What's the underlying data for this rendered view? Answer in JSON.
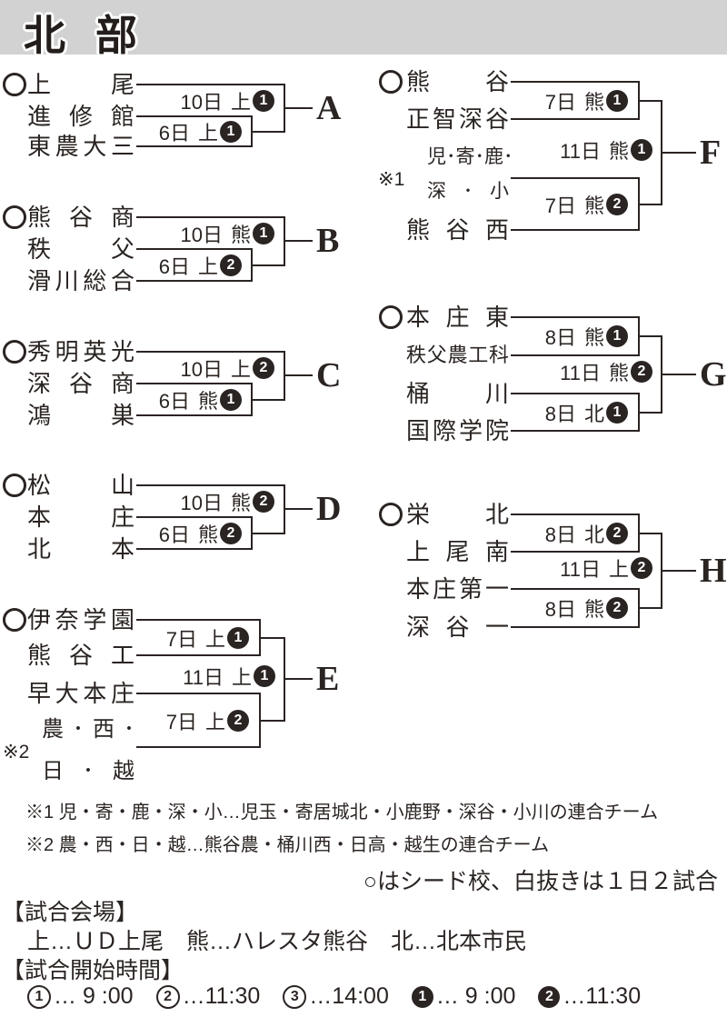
{
  "header": {
    "title": "北部"
  },
  "brackets": [
    {
      "letter": "A",
      "teams": [
        {
          "name": "上尾",
          "seeded": true
        },
        {
          "name": "進修館"
        },
        {
          "name": "東農大三"
        }
      ],
      "matches": {
        "first": {
          "date": "6日",
          "venue": "上",
          "game": "1"
        },
        "second": {
          "date": "10日",
          "venue": "上",
          "game": "1"
        }
      }
    },
    {
      "letter": "B",
      "teams": [
        {
          "name": "熊谷商",
          "seeded": true
        },
        {
          "name": "秩父"
        },
        {
          "name": "滑川総合"
        }
      ],
      "matches": {
        "first": {
          "date": "6日",
          "venue": "上",
          "game": "2"
        },
        "second": {
          "date": "10日",
          "venue": "熊",
          "game": "1"
        }
      }
    },
    {
      "letter": "C",
      "teams": [
        {
          "name": "秀明英光",
          "seeded": true
        },
        {
          "name": "深谷商"
        },
        {
          "name": "鴻巣"
        }
      ],
      "matches": {
        "first": {
          "date": "6日",
          "venue": "熊",
          "game": "1"
        },
        "second": {
          "date": "10日",
          "venue": "上",
          "game": "2"
        }
      }
    },
    {
      "letter": "D",
      "teams": [
        {
          "name": "松山",
          "seeded": true
        },
        {
          "name": "本庄"
        },
        {
          "name": "北本"
        }
      ],
      "matches": {
        "first": {
          "date": "6日",
          "venue": "熊",
          "game": "2"
        },
        "second": {
          "date": "10日",
          "venue": "熊",
          "game": "2"
        }
      }
    },
    {
      "letter": "E",
      "teams": [
        {
          "name": "伊奈学園",
          "seeded": true
        },
        {
          "name": "熊谷工"
        },
        {
          "name": "早大本庄"
        },
        {
          "name": "農・西・日・越",
          "lines": [
            "農・西・",
            "日・越"
          ],
          "footnote": "※2"
        }
      ],
      "matches": {
        "top": {
          "date": "7日",
          "venue": "上",
          "game": "1"
        },
        "bottom": {
          "date": "7日",
          "venue": "上",
          "game": "2"
        },
        "final": {
          "date": "11日",
          "venue": "上",
          "game": "1"
        }
      }
    },
    {
      "letter": "F",
      "teams": [
        {
          "name": "熊谷",
          "seeded": true
        },
        {
          "name": "正智深谷"
        },
        {
          "name": "児・寄・鹿・深・小",
          "lines": [
            "児・寄・鹿・",
            "深・小"
          ],
          "footnote": "※1"
        },
        {
          "name": "熊谷西"
        }
      ],
      "matches": {
        "top": {
          "date": "7日",
          "venue": "熊",
          "game": "1"
        },
        "bottom": {
          "date": "7日",
          "venue": "熊",
          "game": "2"
        },
        "final": {
          "date": "11日",
          "venue": "熊",
          "game": "1"
        }
      }
    },
    {
      "letter": "G",
      "teams": [
        {
          "name": "本庄東",
          "seeded": true
        },
        {
          "name": "秩父農工科"
        },
        {
          "name": "桶川"
        },
        {
          "name": "国際学院"
        }
      ],
      "matches": {
        "top": {
          "date": "8日",
          "venue": "熊",
          "game": "1"
        },
        "bottom": {
          "date": "8日",
          "venue": "北",
          "game": "1"
        },
        "final": {
          "date": "11日",
          "venue": "熊",
          "game": "2"
        }
      }
    },
    {
      "letter": "H",
      "teams": [
        {
          "name": "栄北",
          "seeded": true
        },
        {
          "name": "上尾南"
        },
        {
          "name": "本庄第一"
        },
        {
          "name": "深谷一"
        }
      ],
      "matches": {
        "top": {
          "date": "8日",
          "venue": "北",
          "game": "2"
        },
        "bottom": {
          "date": "8日",
          "venue": "熊",
          "game": "2"
        },
        "final": {
          "date": "11日",
          "venue": "上",
          "game": "2"
        }
      }
    }
  ],
  "footnotes": [
    "※1 児・寄・鹿・深・小…児玉・寄居城北・小鹿野・深谷・小川の連合チーム",
    "※2 農・西・日・越…熊谷農・桶川西・日高・越生の連合チーム"
  ],
  "seed_note": "○はシード校、白抜きは１日２試合",
  "venue_section": {
    "heading": "【試合会場】",
    "body": "上…ＵＤ上尾　熊…ハレスタ熊谷　北…北本市民"
  },
  "time_section": {
    "heading": "【試合開始時間】",
    "items": [
      {
        "num": "1",
        "filled": false,
        "sep": "…",
        "time": " 9 :00"
      },
      {
        "num": "2",
        "filled": false,
        "sep": "…",
        "time": "11:30"
      },
      {
        "num": "3",
        "filled": false,
        "sep": "…",
        "time": "14:00"
      },
      {
        "num": "1",
        "filled": true,
        "sep": "…",
        "time": " 9 :00"
      },
      {
        "num": "2",
        "filled": true,
        "sep": "…",
        "time": "11:30"
      }
    ]
  },
  "colors": {
    "ink": "#2a2422",
    "header_bg": "#d2d2d2"
  }
}
